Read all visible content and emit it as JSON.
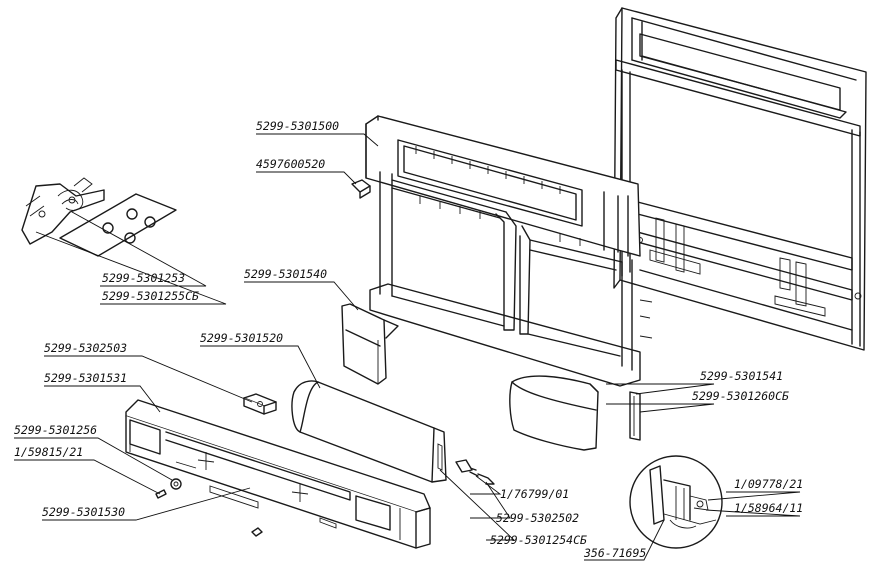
{
  "labels": [
    {
      "id": "door",
      "text": "5299-5301500"
    },
    {
      "id": "screw-top",
      "text": "4597600520"
    },
    {
      "id": "hinge",
      "text": "5299-5301253"
    },
    {
      "id": "hinge-assy",
      "text": "5299-5301255СБ"
    },
    {
      "id": "cover-a",
      "text": "5299-5301540"
    },
    {
      "id": "cover-b",
      "text": "5299-5301520"
    },
    {
      "id": "block",
      "text": "5299-5302503"
    },
    {
      "id": "panel",
      "text": "5299-5301531"
    },
    {
      "id": "washer",
      "text": "5299-5301256"
    },
    {
      "id": "bolt",
      "text": "1/59815/21"
    },
    {
      "id": "strip",
      "text": "5299-5301530"
    },
    {
      "id": "right-cover",
      "text": "5299-5301541"
    },
    {
      "id": "seal",
      "text": "5299-5301260СБ"
    },
    {
      "id": "nut-a",
      "text": "1/09778/21"
    },
    {
      "id": "nut-b",
      "text": "1/58964/11"
    },
    {
      "id": "clip-screw",
      "text": "1/76799/01"
    },
    {
      "id": "clip",
      "text": "5299-5302502"
    },
    {
      "id": "bracket-assy",
      "text": "5299-5301254СБ"
    },
    {
      "id": "rivet",
      "text": "356-71695"
    }
  ]
}
